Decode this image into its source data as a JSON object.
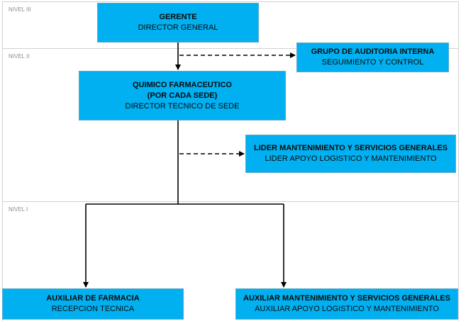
{
  "levels": [
    {
      "id": "nivel-iii",
      "label": "NIVEL III"
    },
    {
      "id": "nivel-ii",
      "label": "NIVEL II"
    },
    {
      "id": "nivel-i",
      "label": "NIVEL I"
    }
  ],
  "boxes": {
    "gerente": {
      "title": "GERENTE",
      "subtitle": "DIRECTOR GENERAL"
    },
    "auditoria": {
      "title": "GRUPO DE AUDITORIA INTERNA",
      "subtitle": "SEGUIMIENTO Y CONTROL"
    },
    "quimico": {
      "title_line1": "QUIMICO FARMACEUTICO",
      "title_line2": "(POR CADA SEDE)",
      "subtitle": "DIRECTOR TECNICO DE SEDE"
    },
    "lider": {
      "title": "LIDER MANTENIMIENTO Y SERVICIOS GENERALES",
      "subtitle": "LIDER APOYO LOGISTICO Y MANTENIMIENTO"
    },
    "auxiliar_farmacia": {
      "title": "AUXILIAR DE FARMACIA",
      "subtitle": "RECEPCION TECNICA"
    },
    "auxiliar_mantenimiento": {
      "title": "AUXILIAR MANTENIMIENTO Y SERVICIOS GENERALES",
      "subtitle": "AUXILIAR APOYO LOGISTICO Y MANTENIMIENTO"
    }
  }
}
